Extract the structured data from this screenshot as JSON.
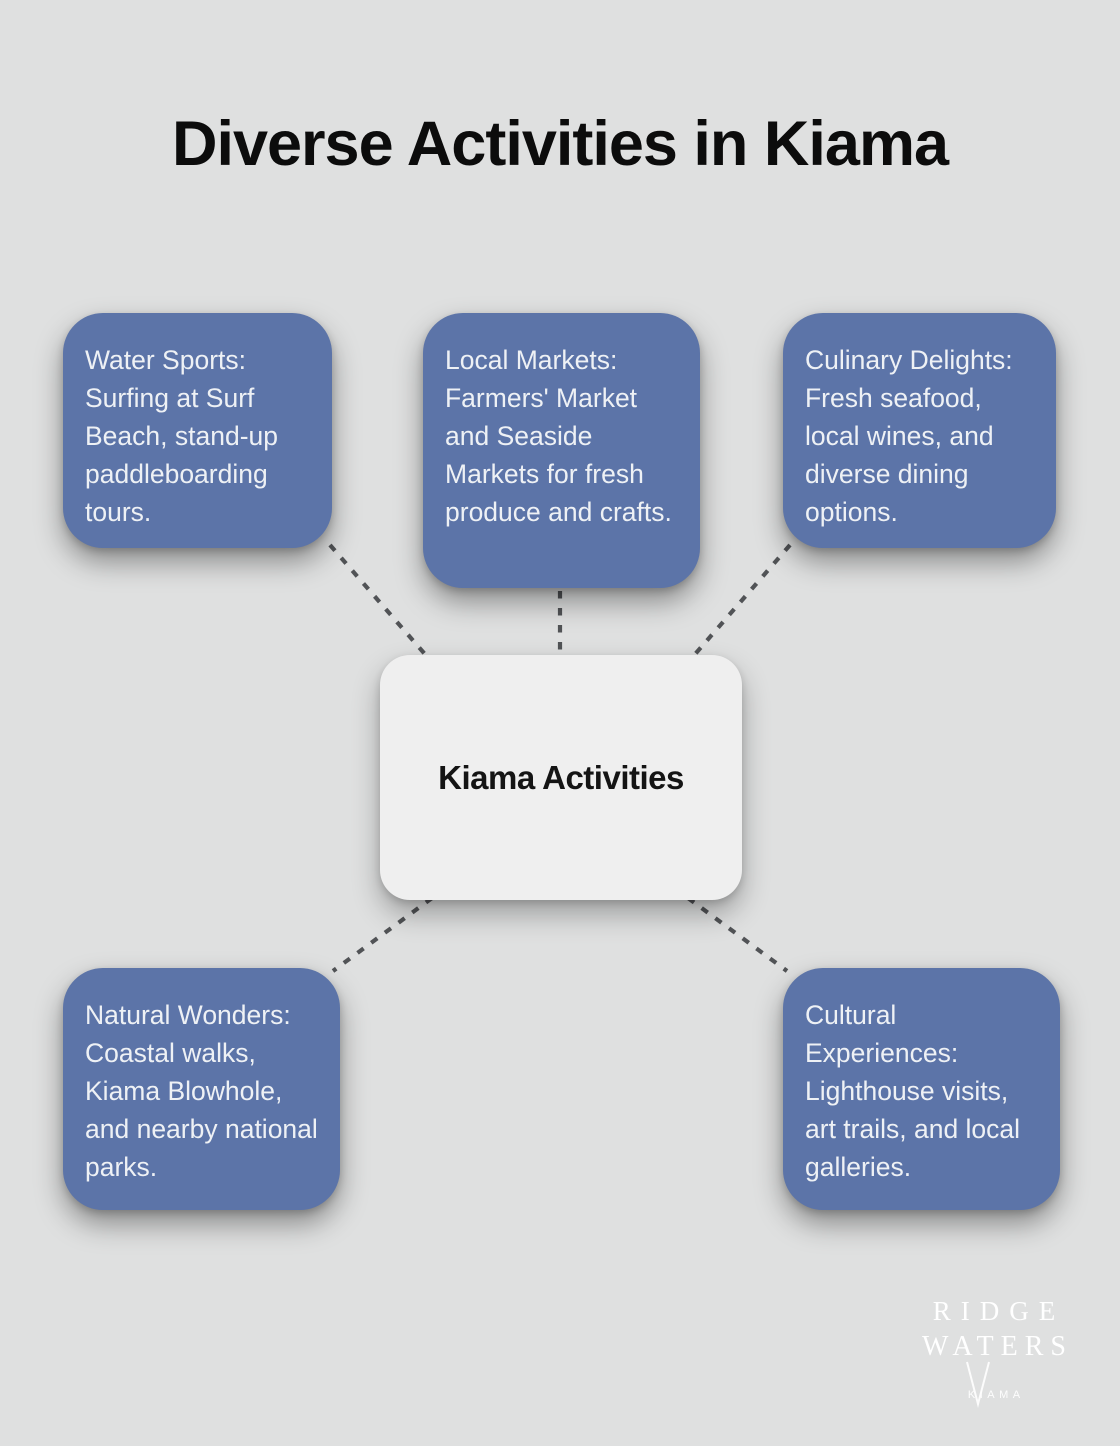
{
  "title": "Diverse Activities in Kiama",
  "diagram": {
    "center": {
      "label": "Kiama Activities"
    },
    "nodes": [
      {
        "id": "water-sports",
        "text": "Water Sports: Surfing at Surf Beach, stand-up paddleboarding tours."
      },
      {
        "id": "local-markets",
        "text": "Local Markets: Farmers' Market and Seaside Markets for fresh produce and crafts."
      },
      {
        "id": "culinary-delights",
        "text": "Culinary Delights: Fresh seafood, local wines, and diverse dining options."
      },
      {
        "id": "natural-wonders",
        "text": "Natural Wonders: Coastal walks, Kiama Blowhole, and nearby national parks."
      },
      {
        "id": "cultural-experiences",
        "text": "Cultural Experiences: Lighthouse visits, art trails, and local galleries."
      }
    ],
    "connector_style": "dashed"
  },
  "logo": {
    "line1": "RIDGE",
    "line2": "WATERS",
    "line3": "KIAMA"
  },
  "colors": {
    "background": "#dfe0e0",
    "node_fill": "#5c74a8",
    "node_text": "#eef1f5",
    "center_fill": "#efefef",
    "center_text": "#141414",
    "connector": "#515356",
    "title_text": "#0c0c0c",
    "logo_text": "#ffffff"
  }
}
